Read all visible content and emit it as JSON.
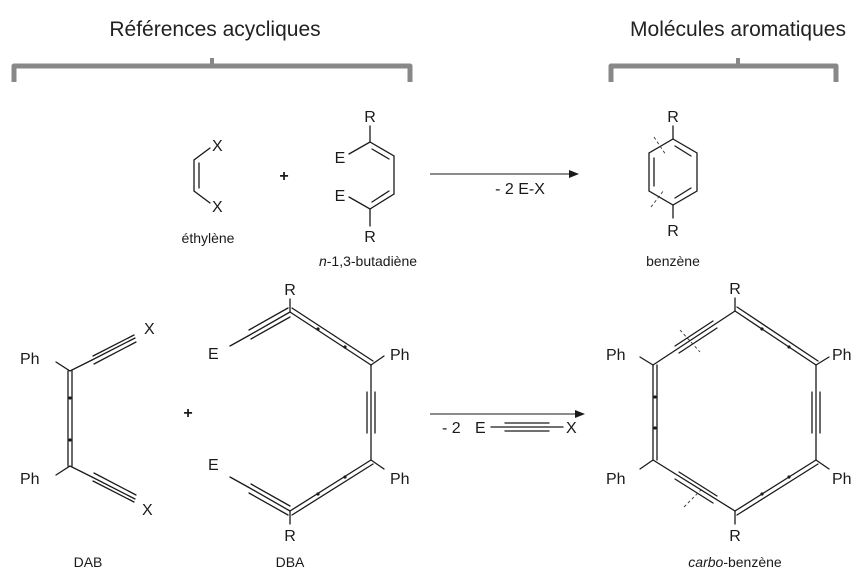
{
  "headers": {
    "left": "Références acycliques",
    "right": "Molécules aromatiques"
  },
  "atoms": {
    "x": "X",
    "e": "E",
    "r": "R",
    "ph": "Ph"
  },
  "operators": {
    "plus": "+"
  },
  "reactions": {
    "top": {
      "reagent_label": "- 2 E-X",
      "compounds": [
        {
          "id": "ethylene",
          "name": "éthylène"
        },
        {
          "id": "butadiene",
          "name_prefix": "n",
          "name_rest": "-1,3-butadiène"
        },
        {
          "id": "benzene",
          "name": "benzène"
        }
      ]
    },
    "bottom": {
      "reagent_prefix": "- 2",
      "reagent_e": "E",
      "reagent_x": "X",
      "compounds": [
        {
          "id": "dab",
          "name": "DAB"
        },
        {
          "id": "dba",
          "name": "DBA"
        },
        {
          "id": "carbo-benzene",
          "name_prefix": "carbo",
          "name_rest": "-benzène"
        }
      ]
    }
  },
  "colors": {
    "ink": "#1a1a1a",
    "bracket": "#888888"
  }
}
